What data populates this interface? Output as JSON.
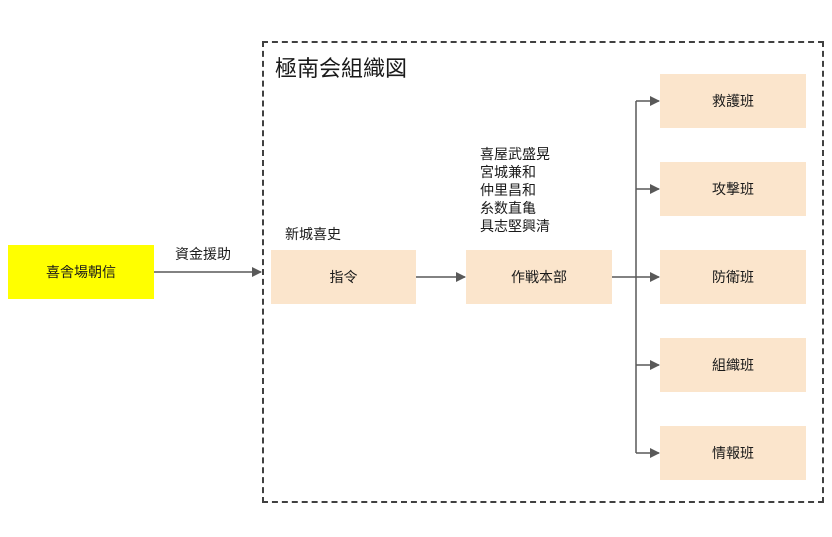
{
  "diagram": {
    "title": "極南会組織図",
    "sponsor": {
      "label": "喜舎場朝信",
      "color": "#ffff00"
    },
    "funding_label": "資金援助",
    "command": {
      "label": "指令",
      "person": "新城喜史"
    },
    "hq": {
      "label": "作戦本部",
      "members": [
        "喜屋武盛晃",
        "宮城兼和",
        "仲里昌和",
        "糸数直亀",
        "具志堅興清"
      ]
    },
    "teams": [
      {
        "label": "救護班"
      },
      {
        "label": "攻撃班"
      },
      {
        "label": "防衛班"
      },
      {
        "label": "組織班"
      },
      {
        "label": "情報班"
      }
    ],
    "colors": {
      "node_fill": "#fbe5cc",
      "sponsor_fill": "#ffff00",
      "line": "#595959"
    }
  }
}
